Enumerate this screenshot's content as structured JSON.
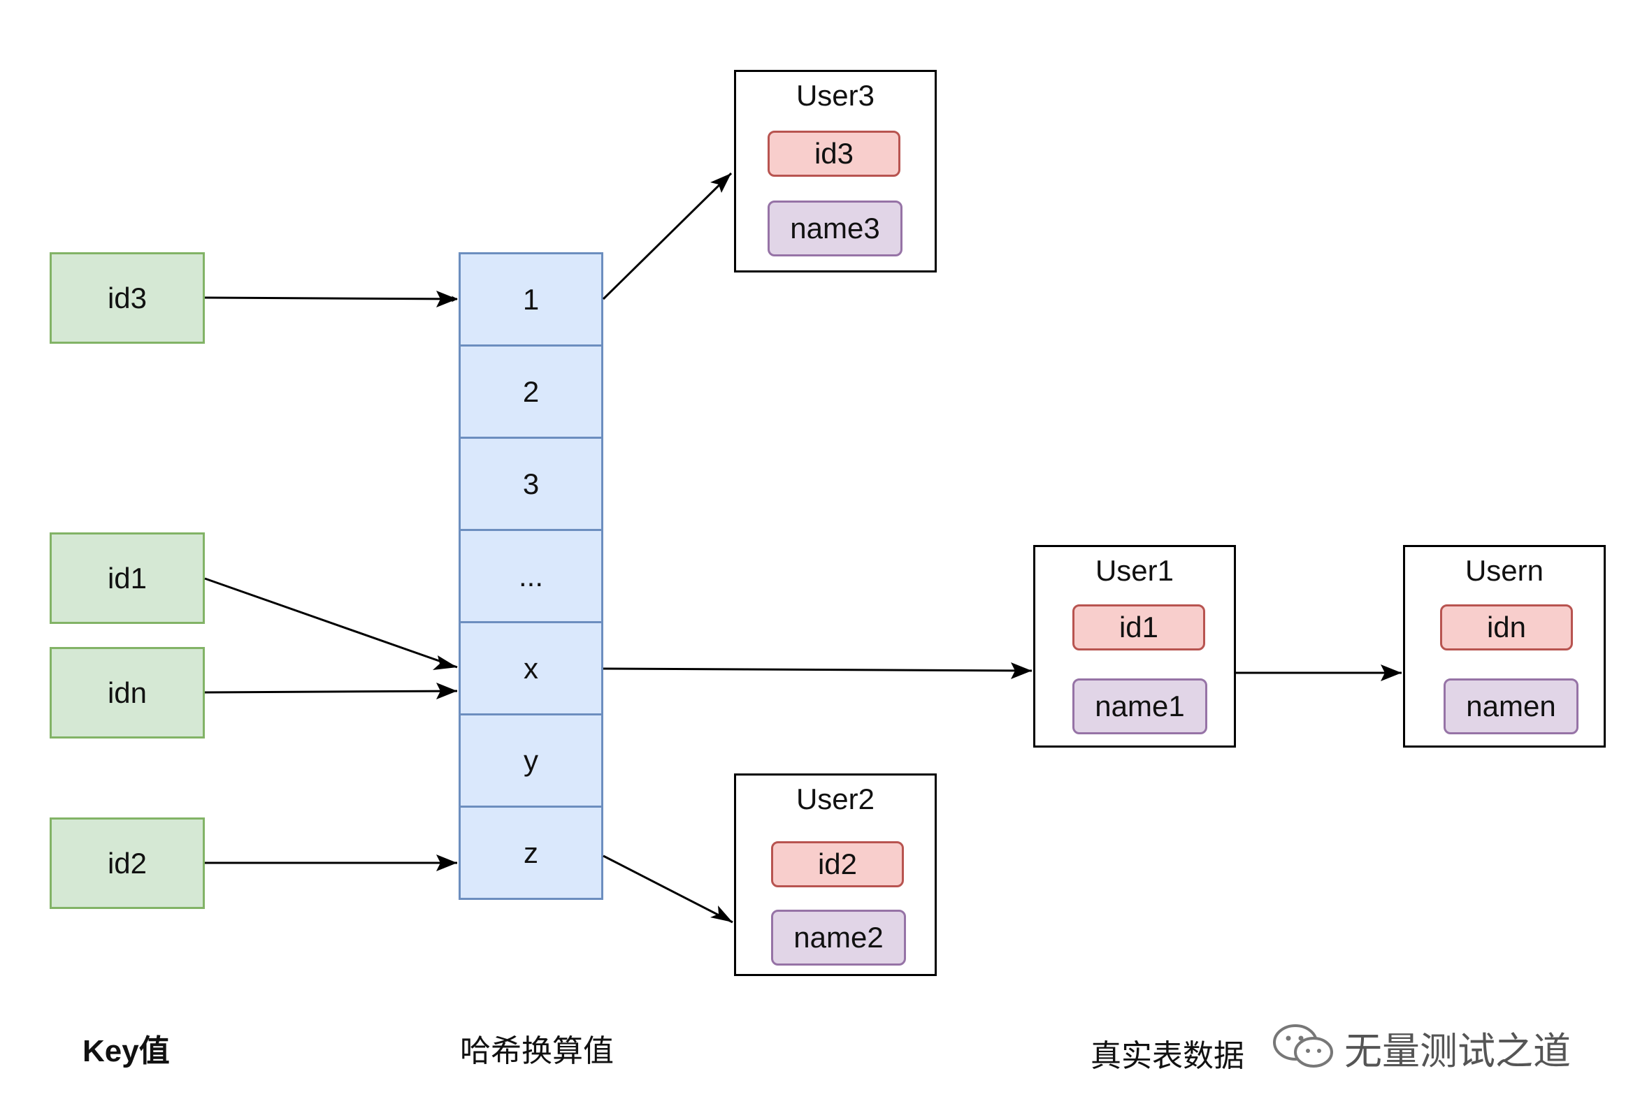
{
  "keys": [
    {
      "label": "id3"
    },
    {
      "label": "id1"
    },
    {
      "label": "idn"
    },
    {
      "label": "id2"
    }
  ],
  "hash_cells": [
    "1",
    "2",
    "3",
    "...",
    "x",
    "y",
    "z"
  ],
  "tables": {
    "user3": {
      "title": "User3",
      "id": "id3",
      "name": "name3"
    },
    "user2": {
      "title": "User2",
      "id": "id2",
      "name": "name2"
    },
    "user1": {
      "title": "User1",
      "id": "id1",
      "name": "name1"
    },
    "usern": {
      "title": "Usern",
      "id": "idn",
      "name": "namen"
    }
  },
  "labels": {
    "key": "Key值",
    "hash": "哈希换算值",
    "table": "真实表数据"
  },
  "watermark": {
    "text": "无量测试之道",
    "icon": "wechat-icon"
  },
  "colors": {
    "key_fill": "#d5e8d4",
    "key_stroke": "#82b366",
    "cell_fill": "#dae8fc",
    "cell_stroke": "#6c8ebf",
    "id_fill": "#f8cecc",
    "id_stroke": "#b85450",
    "name_fill": "#e1d5e7",
    "name_stroke": "#9673a6"
  }
}
